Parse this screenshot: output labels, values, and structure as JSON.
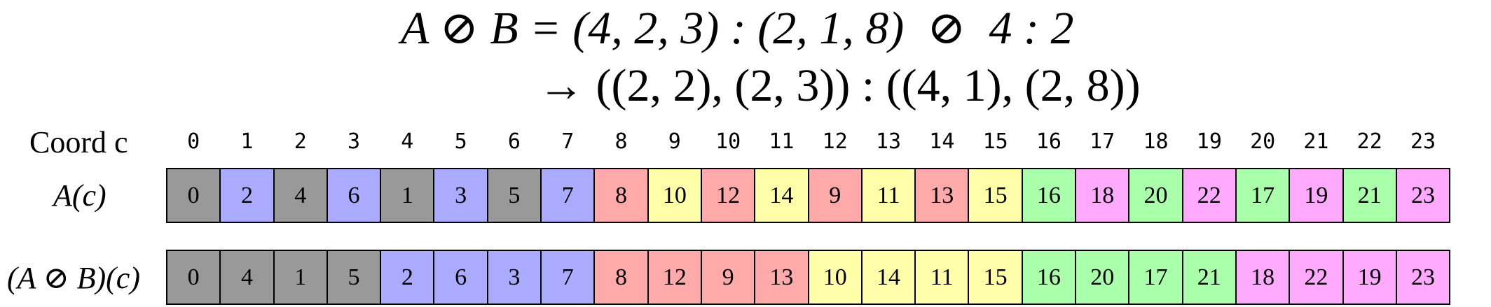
{
  "title": {
    "line1": "A ⊘ B = (4, 2, 3) : (2, 1, 8)  ⊘  4 : 2",
    "line2": "→ ((2, 2), (2, 3)) : ((4, 1), (2, 8))"
  },
  "labels": {
    "coord": "Coord c",
    "a": "A(c)",
    "b": "(A ⊘ B)(c)"
  },
  "colors": {
    "gray": "#999999",
    "blue": "#aaaaff",
    "red": "#ffaaaa",
    "yellow": "#ffffaa",
    "green": "#aaffaa",
    "magenta": "#ffaaff"
  },
  "coords": [
    "0",
    "1",
    "2",
    "3",
    "4",
    "5",
    "6",
    "7",
    "8",
    "9",
    "10",
    "11",
    "12",
    "13",
    "14",
    "15",
    "16",
    "17",
    "18",
    "19",
    "20",
    "21",
    "22",
    "23"
  ],
  "rowA": [
    {
      "v": "0",
      "c": "gray"
    },
    {
      "v": "2",
      "c": "blue"
    },
    {
      "v": "4",
      "c": "gray"
    },
    {
      "v": "6",
      "c": "blue"
    },
    {
      "v": "1",
      "c": "gray"
    },
    {
      "v": "3",
      "c": "blue"
    },
    {
      "v": "5",
      "c": "gray"
    },
    {
      "v": "7",
      "c": "blue"
    },
    {
      "v": "8",
      "c": "red"
    },
    {
      "v": "10",
      "c": "yellow"
    },
    {
      "v": "12",
      "c": "red"
    },
    {
      "v": "14",
      "c": "yellow"
    },
    {
      "v": "9",
      "c": "red"
    },
    {
      "v": "11",
      "c": "yellow"
    },
    {
      "v": "13",
      "c": "red"
    },
    {
      "v": "15",
      "c": "yellow"
    },
    {
      "v": "16",
      "c": "green"
    },
    {
      "v": "18",
      "c": "magenta"
    },
    {
      "v": "20",
      "c": "green"
    },
    {
      "v": "22",
      "c": "magenta"
    },
    {
      "v": "17",
      "c": "green"
    },
    {
      "v": "19",
      "c": "magenta"
    },
    {
      "v": "21",
      "c": "green"
    },
    {
      "v": "23",
      "c": "magenta"
    }
  ],
  "rowB": [
    {
      "v": "0",
      "c": "gray"
    },
    {
      "v": "4",
      "c": "gray"
    },
    {
      "v": "1",
      "c": "gray"
    },
    {
      "v": "5",
      "c": "gray"
    },
    {
      "v": "2",
      "c": "blue"
    },
    {
      "v": "6",
      "c": "blue"
    },
    {
      "v": "3",
      "c": "blue"
    },
    {
      "v": "7",
      "c": "blue"
    },
    {
      "v": "8",
      "c": "red"
    },
    {
      "v": "12",
      "c": "red"
    },
    {
      "v": "9",
      "c": "red"
    },
    {
      "v": "13",
      "c": "red"
    },
    {
      "v": "10",
      "c": "yellow"
    },
    {
      "v": "14",
      "c": "yellow"
    },
    {
      "v": "11",
      "c": "yellow"
    },
    {
      "v": "15",
      "c": "yellow"
    },
    {
      "v": "16",
      "c": "green"
    },
    {
      "v": "20",
      "c": "green"
    },
    {
      "v": "17",
      "c": "green"
    },
    {
      "v": "21",
      "c": "green"
    },
    {
      "v": "18",
      "c": "magenta"
    },
    {
      "v": "22",
      "c": "magenta"
    },
    {
      "v": "19",
      "c": "magenta"
    },
    {
      "v": "23",
      "c": "magenta"
    }
  ]
}
